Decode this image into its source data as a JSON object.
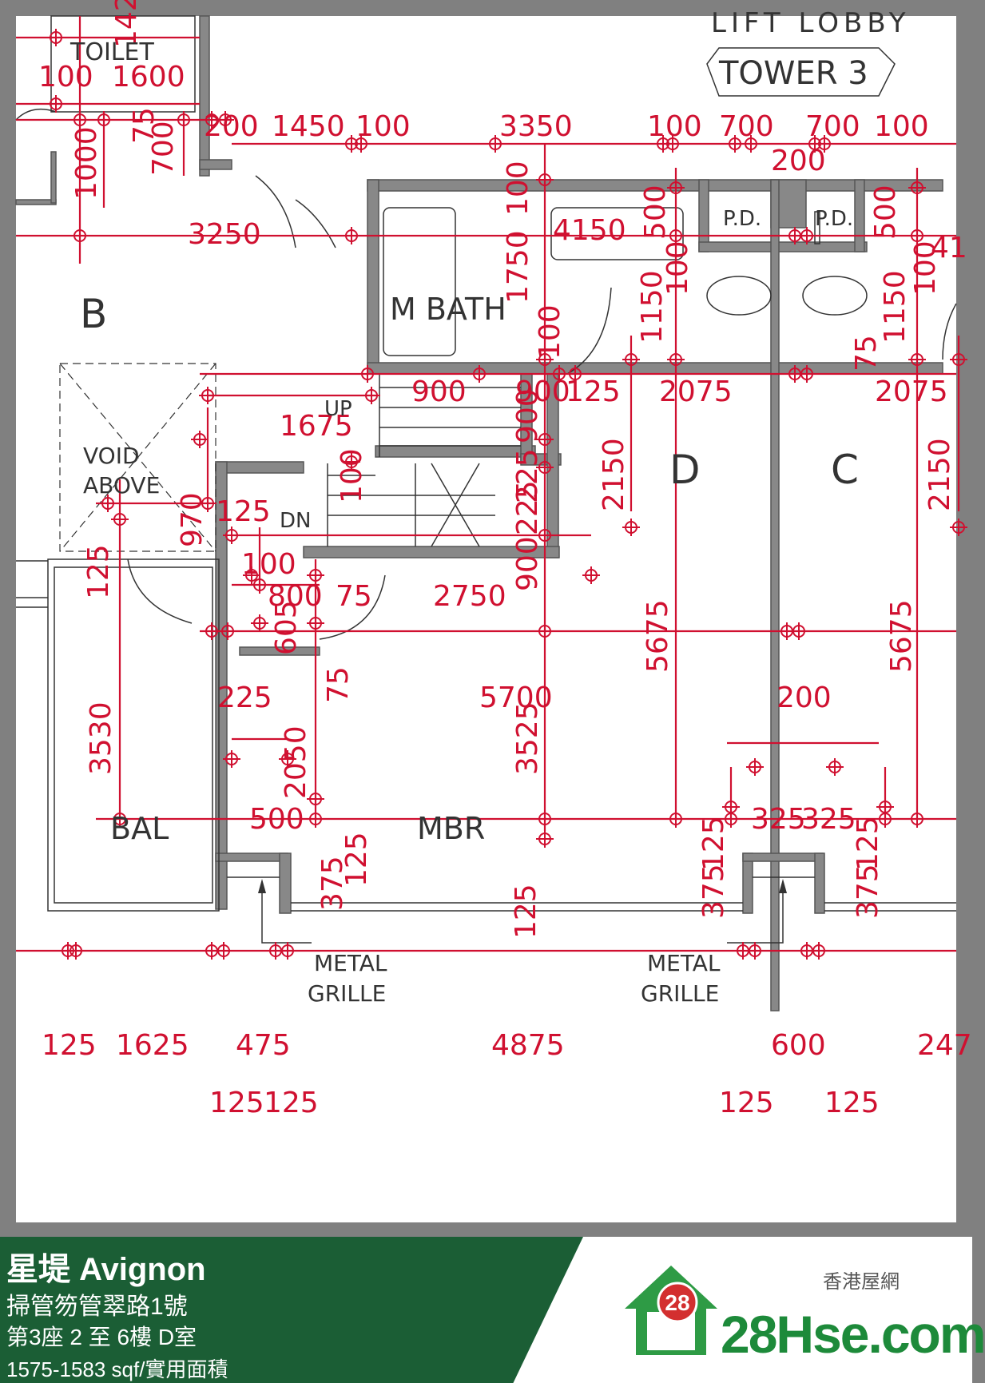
{
  "plan": {
    "tower_tag": "TOWER 3",
    "lift_lobby": "LIFT LOBBY",
    "rooms": {
      "toilet": "TOILET",
      "m_bath": "M BATH",
      "pd1": "P.D.",
      "pd2": "P.D.",
      "void_1": "VOID",
      "void_2": "ABOVE",
      "bal": "BAL",
      "mbr": "MBR",
      "unit_b": "B",
      "unit_c": "C",
      "unit_d": "D",
      "up": "UP",
      "dn": "DN",
      "grille1_1": "METAL",
      "grille1_2": "GRILLE",
      "grille2_1": "METAL",
      "grille2_2": "GRILLE"
    },
    "dims": [
      "142",
      "100",
      "1600",
      "75",
      "700",
      "1000",
      "200",
      "1450",
      "100",
      "3350",
      "100",
      "700",
      "700",
      "100",
      "200",
      "3250",
      "100",
      "1750",
      "4150",
      "500",
      "100",
      "500",
      "100",
      "41",
      "1150",
      "1150",
      "100",
      "900",
      "125",
      "75",
      "2075",
      "2075",
      "1675",
      "100",
      "225",
      "900",
      "2150",
      "2150",
      "970",
      "125",
      "125",
      "100",
      "800",
      "75",
      "2750",
      "900",
      "100",
      "605",
      "75",
      "5675",
      "5675",
      "225",
      "5700",
      "200",
      "3530",
      "2050",
      "3525",
      "500",
      "325",
      "325",
      "125",
      "375",
      "125",
      "375",
      "125",
      "375",
      "125",
      "125",
      "1625",
      "475",
      "4875",
      "600",
      "247",
      "125",
      "125",
      "125",
      "125"
    ]
  },
  "footer": {
    "estate": "星堤 Avignon",
    "address": "掃管笏管翠路1號",
    "unit": "第3座 2 至 6樓 D室",
    "area": "1575-1583 sqf/實用面積",
    "brand_cn": "香港屋網",
    "brand_badge": "28",
    "brand_en": "28Hse.com"
  },
  "colors": {
    "dimension": "#d01030",
    "footer_green": "#1b5e35",
    "brand_green": "#1d8a3a",
    "frame": "#808080"
  }
}
